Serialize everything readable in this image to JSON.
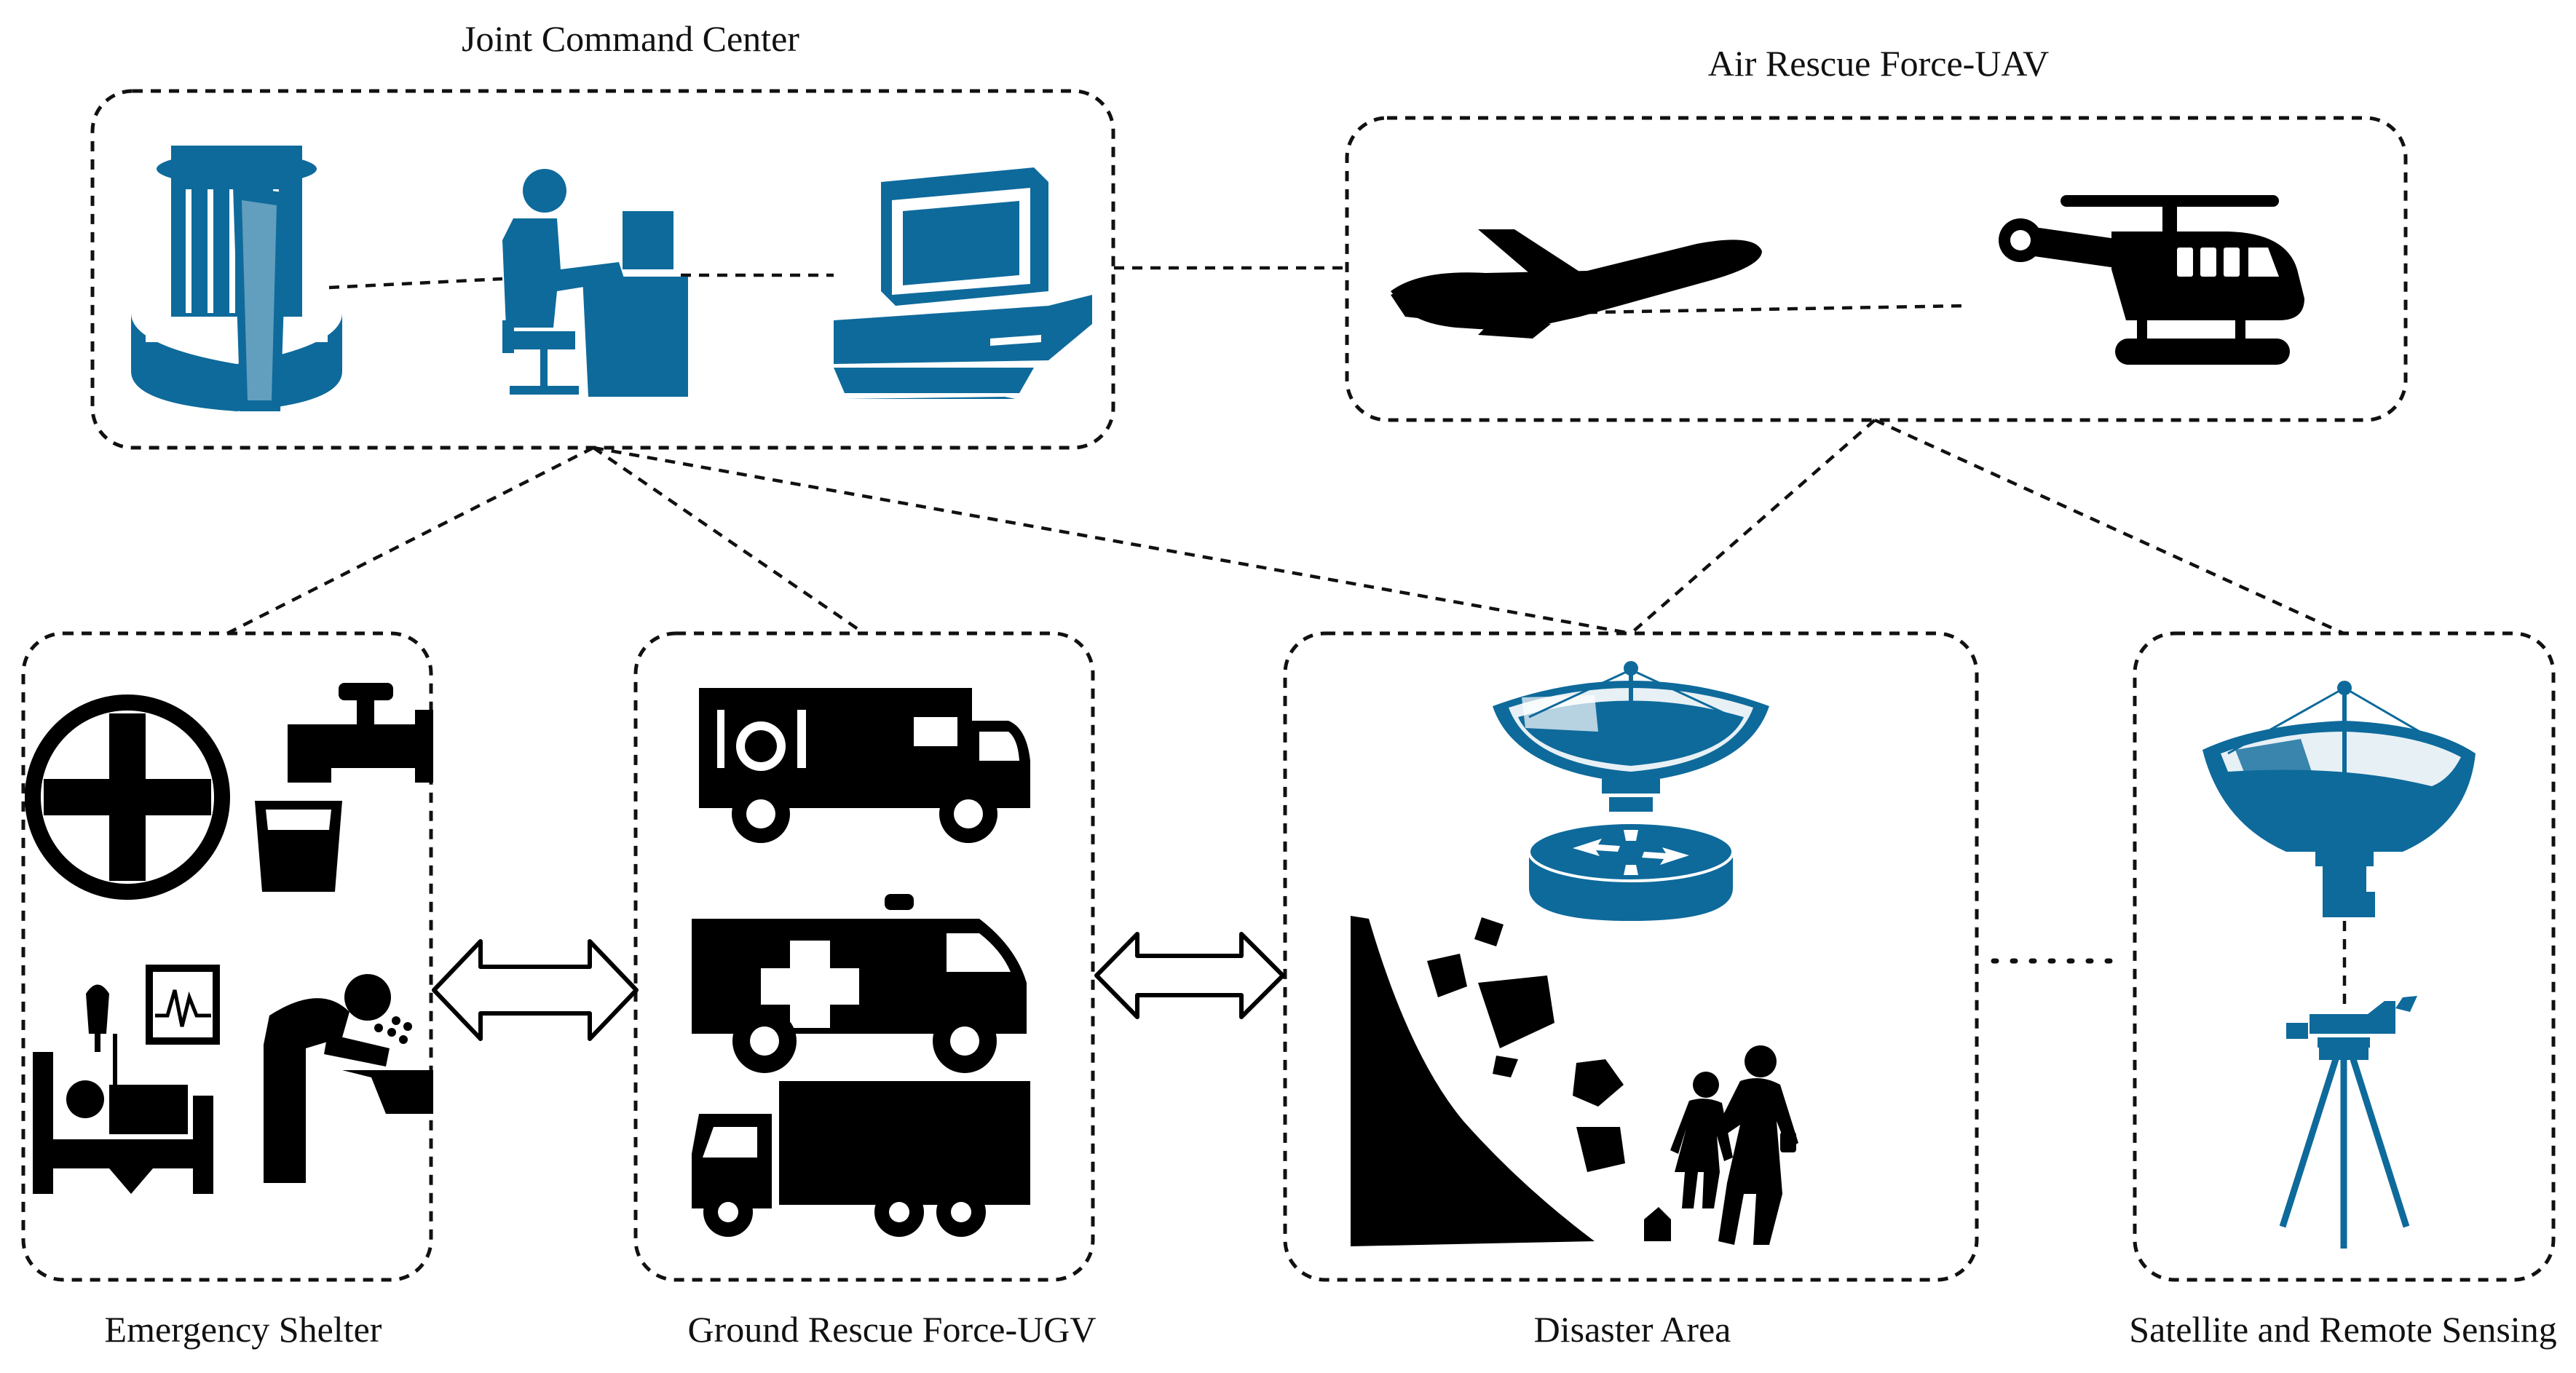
{
  "groups": {
    "command": {
      "label": "Joint Command Center"
    },
    "air": {
      "label": "Air Rescue Force-UAV"
    },
    "shelter": {
      "label": "Emergency Shelter"
    },
    "ground": {
      "label": "Ground Rescue Force-UGV"
    },
    "disaster": {
      "label": "Disaster Area"
    },
    "satellite": {
      "label": "Satellite and Remote Sensing"
    }
  },
  "icons": {
    "command": [
      "server-tower-icon",
      "operator-workstation-icon",
      "computer-terminal-icon"
    ],
    "air": [
      "airplane-icon",
      "helicopter-icon"
    ],
    "shelter": [
      "medical-cross-icon",
      "water-tap-icon",
      "hospital-bed-icon",
      "vital-monitor-icon",
      "drinking-fountain-icon"
    ],
    "ground": [
      "food-truck-icon",
      "ambulance-icon",
      "cargo-truck-icon"
    ],
    "disaster": [
      "satellite-dish-icon",
      "router-icon",
      "landslide-icon",
      "evacuees-icon"
    ],
    "satellite": [
      "satellite-dish-icon",
      "remote-sensing-camera-icon"
    ]
  },
  "colors": {
    "icon_blue": "#0e6a9b",
    "icon_black": "#000000",
    "line": "#111111"
  }
}
